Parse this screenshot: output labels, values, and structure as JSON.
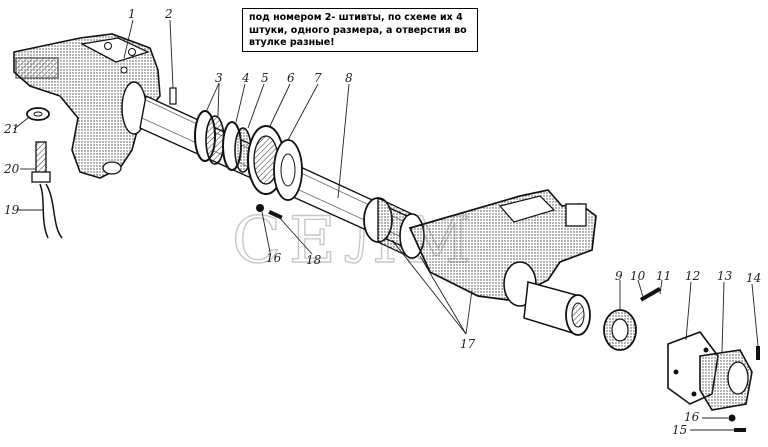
{
  "note": {
    "text": "под номером 2- штивты, по схеме их 4 штуки, одного размера, а отверстия во втулке разные!"
  },
  "watermark": "СЕЛМ",
  "callouts": {
    "c1": "1",
    "c2": "2",
    "c3": "3",
    "c4": "4",
    "c5": "5",
    "c6": "6",
    "c7": "7",
    "c8": "8",
    "c9": "9",
    "c10": "10",
    "c11": "11",
    "c12": "12",
    "c13": "13",
    "c14": "14",
    "c15": "15",
    "c16a": "16",
    "c16b": "16",
    "c17": "17",
    "c18": "18",
    "c19": "19",
    "c20": "20",
    "c21": "21"
  }
}
